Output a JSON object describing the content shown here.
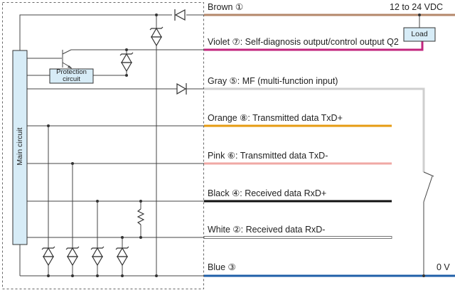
{
  "wires": {
    "brown": {
      "label": "Brown ①",
      "color": "#b4876a"
    },
    "violet": {
      "label": "Violet ⑦: Self-diagnosis output/control output Q2",
      "color": "#c2267e"
    },
    "gray": {
      "label": "Gray ⑤: MF (multi-function input)",
      "color": "#cfcfcf"
    },
    "orange": {
      "label": "Orange ⑧: Transmitted data TxD+",
      "color": "#e69b12"
    },
    "pink": {
      "label": "Pink ⑥: Transmitted data TxD-",
      "color": "#f0a8a4"
    },
    "black": {
      "label": "Black ④: Received data RxD+",
      "color": "#111111"
    },
    "white": {
      "label": "White ②: Received data RxD-",
      "color": "#ffffff"
    },
    "blue": {
      "label": "Blue ③",
      "color": "#1f5fa8"
    }
  },
  "supply": {
    "positive": "12 to 24 VDC",
    "zero": "0 V"
  },
  "blocks": {
    "main": "Main circuit",
    "protection": "Protection circuit",
    "load": "Load"
  },
  "colors": {
    "block_fill": "#d7ecf7",
    "block_stroke": "#333333",
    "line": "#444444"
  }
}
